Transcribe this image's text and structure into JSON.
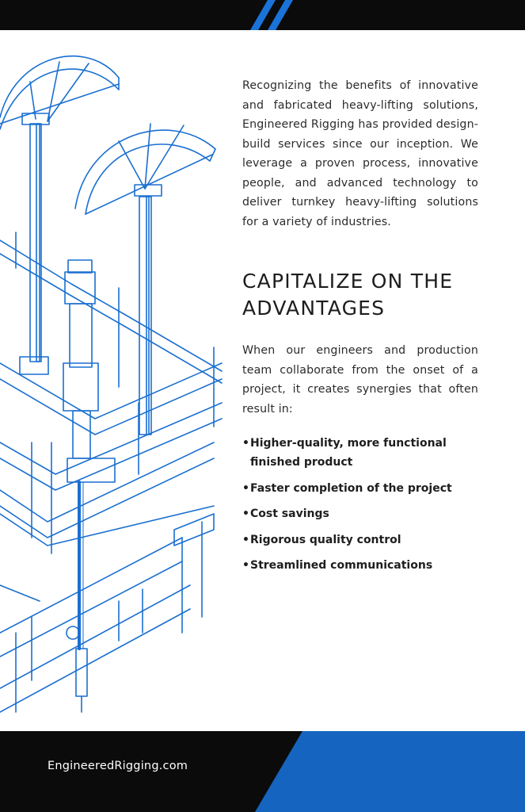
{
  "intro": {
    "text": "Recognizing the benefits of innovative and fabricated heavy-lifting solutions, Engineered Rigging has provided design-build services since our inception. We leverage a proven process, innovative people, and advanced technology to deliver turnkey heavy-lifting solutions for a variety of industries."
  },
  "section": {
    "heading_line1": "CAPITALIZE ON THE",
    "heading_line2": "ADVANTAGES",
    "body": "When our engineers and production team collaborate from the onset of a project, it creates synergies that often result in:",
    "bullets": [
      "Higher-quality, more functional",
      "finished product",
      "Faster completion of the project",
      "Cost savings",
      "Rigorous quality control",
      "Streamlined communications"
    ]
  },
  "footer": {
    "website": "EngineeredRigging.com"
  },
  "colors": {
    "brand_blue": "#1565c0",
    "line_blue": "#1a73d9",
    "black": "#0b0b0b"
  },
  "icons": {
    "illustration": "heavy-lifting-rig-line-drawing"
  }
}
